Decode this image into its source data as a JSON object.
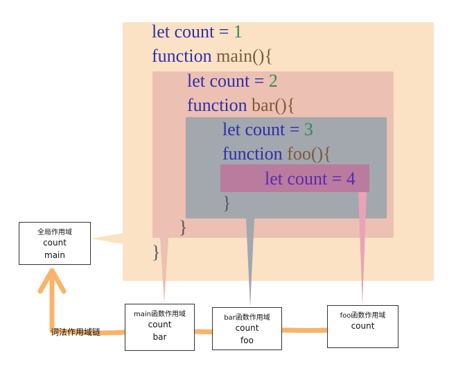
{
  "code": {
    "line1": {
      "kw": "let count = ",
      "num": "1"
    },
    "line2": {
      "kw": "function ",
      "fn": "main(){"
    },
    "line3": {
      "kw": "let count = ",
      "num": "2"
    },
    "line4": {
      "kw": "function ",
      "fn": "bar(){"
    },
    "line5": {
      "kw": "let count = ",
      "num": "3"
    },
    "line6": {
      "kw": "function ",
      "fn": "foo(){"
    },
    "line7": {
      "text": "let count = 4"
    },
    "close_foo": "}",
    "close_bar": "}",
    "close_main": "}"
  },
  "scopes": {
    "global": {
      "title": "全局作用域",
      "vars": [
        "count",
        "main"
      ]
    },
    "main": {
      "title": "main函数作用域",
      "vars": [
        "count",
        "bar"
      ]
    },
    "bar": {
      "title": "bar函数作用域",
      "vars": [
        "count",
        "foo"
      ]
    },
    "foo": {
      "title": "foo函数作用域",
      "vars": [
        "count"
      ]
    }
  },
  "chain_label": "词法作用域链",
  "colors": {
    "global_scope": "#fbe2c5",
    "main_scope": "#ecc0b3",
    "bar_scope": "#a3a7ae",
    "foo_scope": "#b97b9e",
    "chain": "#f9b46a"
  }
}
